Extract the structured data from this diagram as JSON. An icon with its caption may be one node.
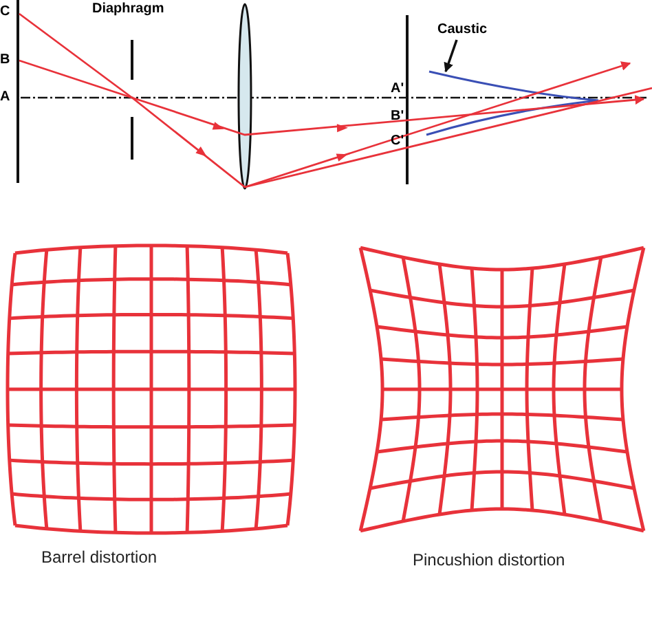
{
  "diagram": {
    "nodes": [
      {
        "text": [
          "Caustic"
        ]
      },
      {
        "text": [],
        "shape": "curve"
      }
    ],
    "edges": [
      {
        "from": 0,
        "to": 1,
        "arrow": "to"
      }
    ],
    "labels": [
      "C",
      "Diaphragm",
      "B",
      "A",
      "A'",
      "B'",
      "C'",
      "Barrel distortion",
      "Pincushion distortion"
    ]
  }
}
